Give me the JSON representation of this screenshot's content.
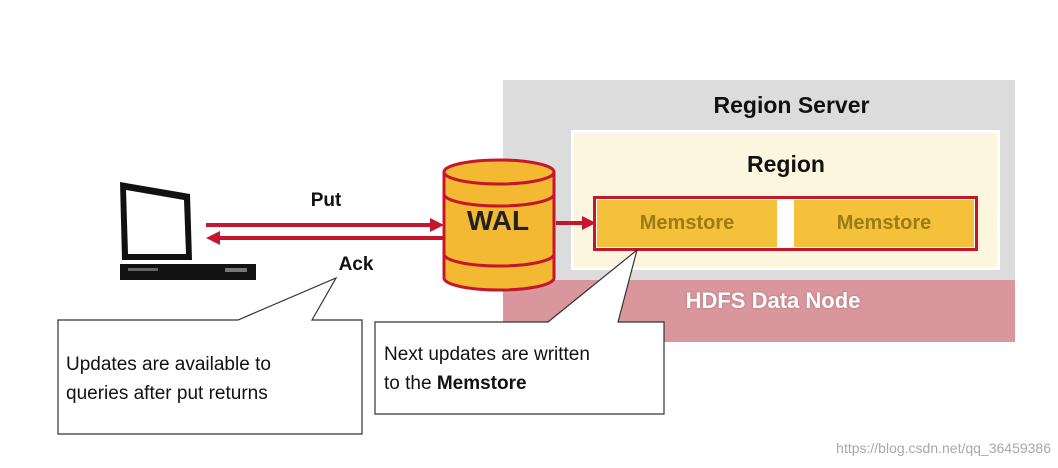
{
  "region_server": {
    "title": "Region Server"
  },
  "region": {
    "title": "Region"
  },
  "memstores": [
    "Memstore",
    "Memstore"
  ],
  "hdfs": {
    "label": "HDFS Data Node"
  },
  "wal": {
    "label": "WAL"
  },
  "arrows": {
    "put": "Put",
    "ack": "Ack"
  },
  "callouts": {
    "left": {
      "line1": "Updates are available to",
      "line2": "queries after put returns"
    },
    "right": {
      "line1": "Next updates are written",
      "line2_prefix": "to the ",
      "line2_bold": "Memstore"
    }
  },
  "watermark": "https://blog.csdn.net/qq_36459386",
  "colors": {
    "region_server_bg": "#dcdcdc",
    "hdfs_bg": "#d9969c",
    "region_bg": "#fdf6de",
    "memstore_fill": "#f4c13a",
    "memstore_text": "#9b7a17",
    "accent_red": "#c5162e"
  },
  "icons": {
    "client": "laptop-icon",
    "wal": "database-cylinder-icon"
  }
}
